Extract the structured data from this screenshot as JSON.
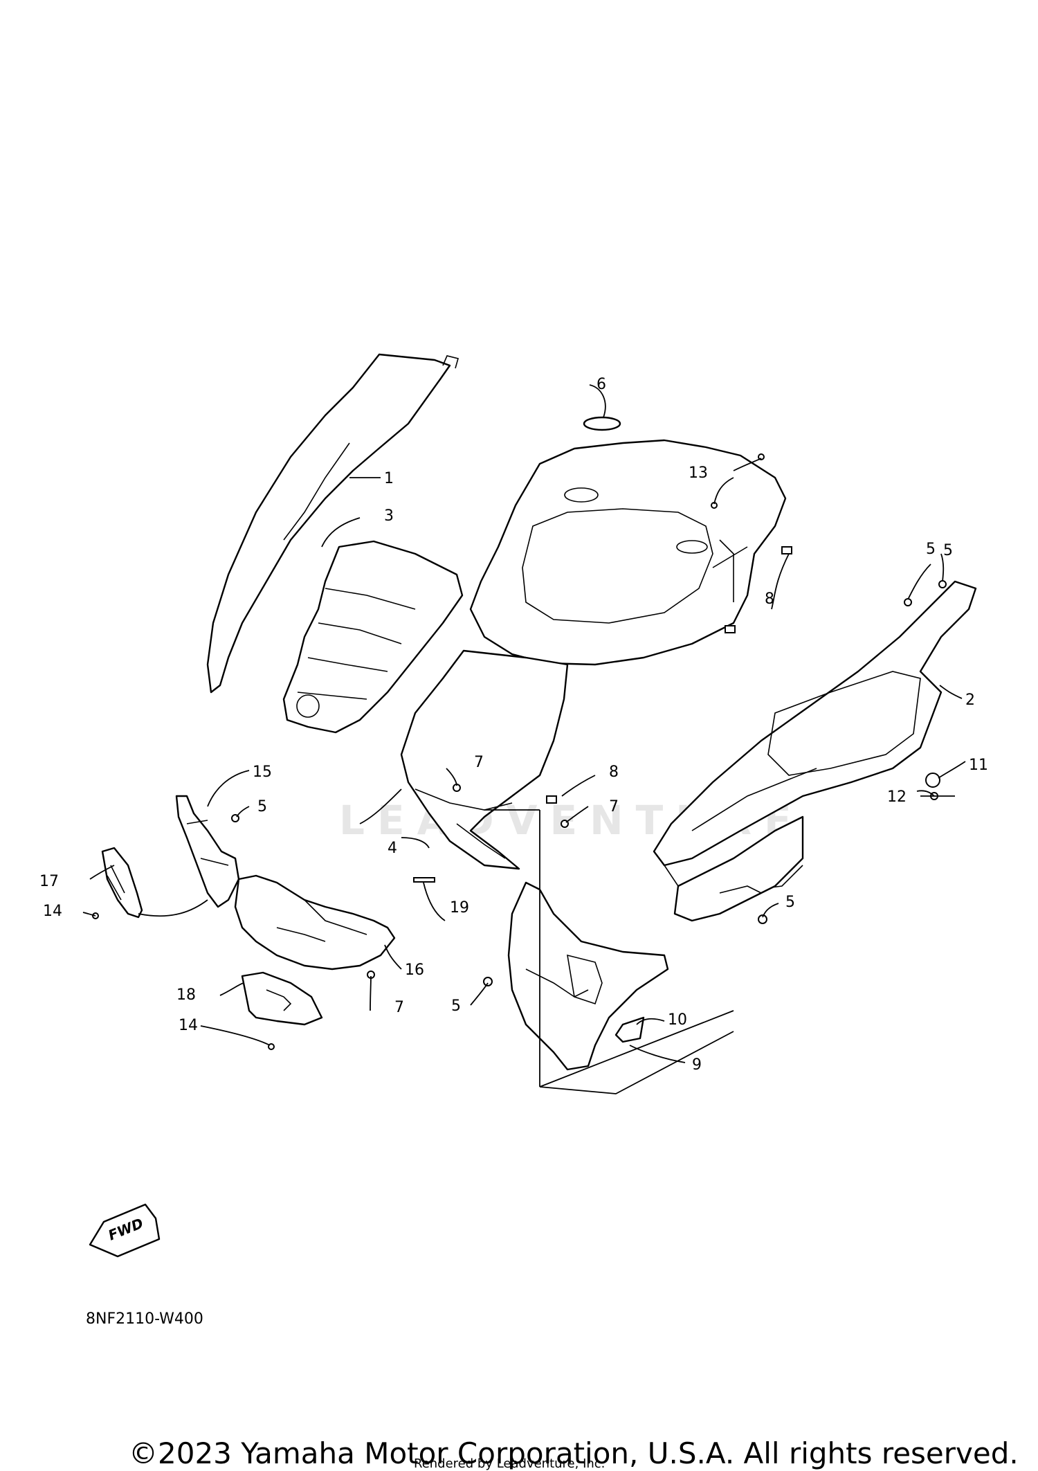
{
  "diagram": {
    "drawing_code": "8NF2110-W400",
    "copyright": "©2023 Yamaha Motor Corporation, U.S.A. All rights reserved.",
    "rendered_by": "Rendered by Leadventure, Inc.",
    "watermark": "LEADVENTURE",
    "fwd_label": "FWD",
    "callouts": [
      "1",
      "2",
      "3",
      "4",
      "5",
      "5",
      "5",
      "5",
      "5",
      "6",
      "7",
      "7",
      "7",
      "8",
      "8",
      "9",
      "10",
      "11",
      "12",
      "13",
      "14",
      "14",
      "15",
      "16",
      "17",
      "18",
      "19"
    ]
  }
}
